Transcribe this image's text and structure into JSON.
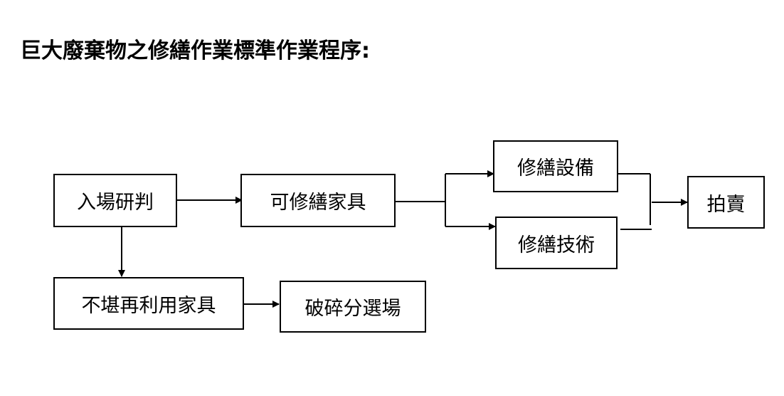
{
  "title": "巨大廢棄物之修繕作業標準作業程序:",
  "nodes": {
    "intake": "入場研判",
    "repairable": "可修繕家具",
    "unusable": "不堪再利用家具",
    "crushing": "破碎分選場",
    "repair_equipment": "修繕設備",
    "repair_technique": "修繕技術",
    "auction": "拍賣"
  }
}
